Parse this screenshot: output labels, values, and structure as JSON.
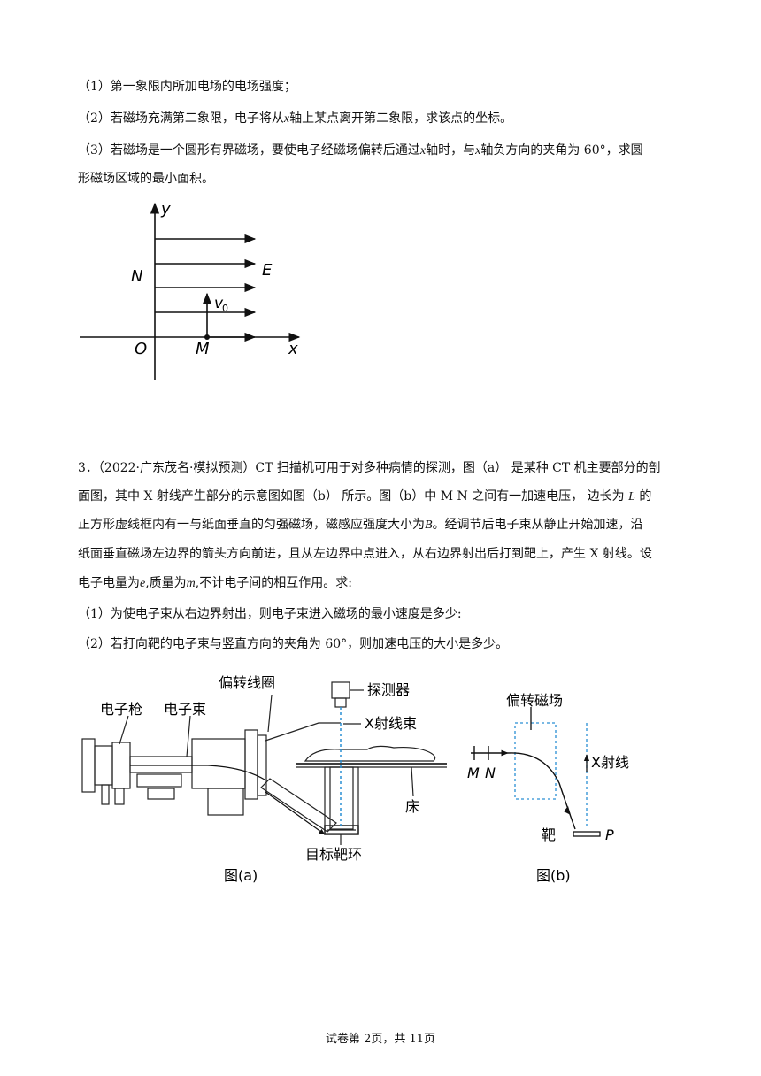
{
  "q2": {
    "item1": "（1）第一象限内所加电场的电场强度；",
    "item2_a": "（2）若磁场充满第二象限，电子将从",
    "item2_b": "x",
    "item2_c": "轴上某点离开第二象限，求该点的坐标。",
    "item3_a": "（3）若磁场是一个圆形有界磁场，要使电子经磁场偏转后通过",
    "item3_b": "x",
    "item3_c": "轴时，与",
    "item3_d": "x",
    "item3_e": "轴负方向的夹角为 60°，求圆",
    "item3_f": "形磁场区域的最小面积。",
    "figure": {
      "y": "y",
      "x": "x",
      "N": "N",
      "E": "E",
      "O": "O",
      "M": "M",
      "v": "v",
      "v_sub": "0"
    }
  },
  "q3": {
    "line1": "3．（2022·广东茂名·模拟预测）CT 扫描机可用于对多种病情的探测，图（a） 是某种 CT 机主要部分的剖",
    "line2": "面图，其中 X 射线产生部分的示意图如图（b） 所示。图（b）中 M N 之间有一加速电压， 边长为",
    "line2_L": "L",
    "line2_end": "的",
    "line3": "正方形虚线框内有一与纸面垂直的匀强磁场，磁感应强度大小为",
    "line3_B": "B",
    "line3_end": "。经调节后电子束从静止开始加速，沿",
    "line4": "纸面垂直磁场左边界的箭头方向前进，且从左边界中点进入，从右边界射出后打到靶上，产生 X 射线。设",
    "line5_a": "电子电量为",
    "line5_e": "e",
    "line5_b": ",质量为",
    "line5_m": "m",
    "line5_c": ",不计电子间的相互作用。求:",
    "sub1": "（1）为使电子束从右边界射出，则电子束进入磁场的最小速度是多少:",
    "sub2": "（2）若打向靶的电子束与竖直方向的夹角为 60°，则加速电压的大小是多少。",
    "fig_a": {
      "coil": "偏转线圈",
      "detector": "探测器",
      "gun": "电子枪",
      "beam": "电子束",
      "xray_beam": "X射线束",
      "bed": "床",
      "ring": "目标靶环",
      "caption": "图(a)"
    },
    "fig_b": {
      "field": "偏转磁场",
      "M": "M",
      "N": "N",
      "xray": "X射线",
      "target": "靶",
      "P": "P",
      "caption": "图(b)"
    }
  },
  "footer": "试卷第 2页，共 11页"
}
